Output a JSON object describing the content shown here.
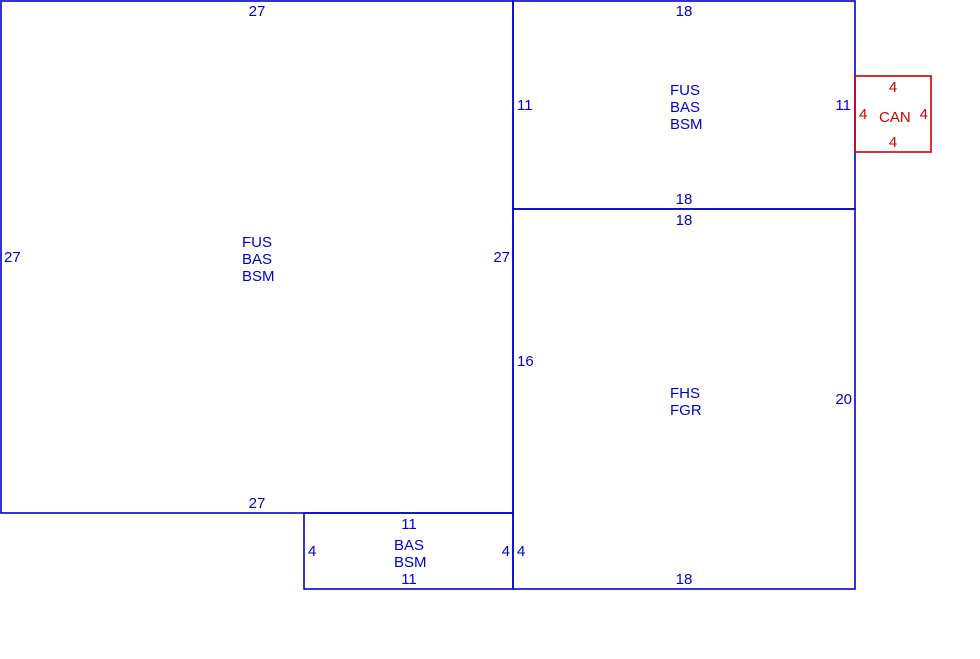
{
  "colors": {
    "main": "#0000cc",
    "attached": "#cc0000",
    "background": "#ffffff"
  },
  "sketch": {
    "rooms": [
      {
        "id": "main-left",
        "color_key": "main",
        "codes": [
          "FUS",
          "BAS",
          "BSM"
        ],
        "dims": {
          "top": "27",
          "bottom": "27",
          "left": "27",
          "right": "27"
        }
      },
      {
        "id": "upper-right",
        "color_key": "main",
        "codes": [
          "FUS",
          "BAS",
          "BSM"
        ],
        "dims": {
          "top": "18",
          "bottom": "18",
          "left": "11",
          "right": "11"
        }
      },
      {
        "id": "lower-right",
        "color_key": "main",
        "codes": [
          "FHS",
          "FGR"
        ],
        "dims": {
          "top": "18",
          "bottom": "18",
          "left_upper": "16",
          "left_lower": "4",
          "right": "20"
        }
      },
      {
        "id": "bottom-small",
        "color_key": "main",
        "codes": [
          "BAS",
          "BSM"
        ],
        "dims": {
          "top": "11",
          "bottom": "11",
          "left": "4",
          "right": "4"
        }
      },
      {
        "id": "canopy",
        "color_key": "attached",
        "codes": [
          "CAN"
        ],
        "dims": {
          "top": "4",
          "bottom": "4",
          "left": "4",
          "right": "4"
        }
      }
    ]
  }
}
